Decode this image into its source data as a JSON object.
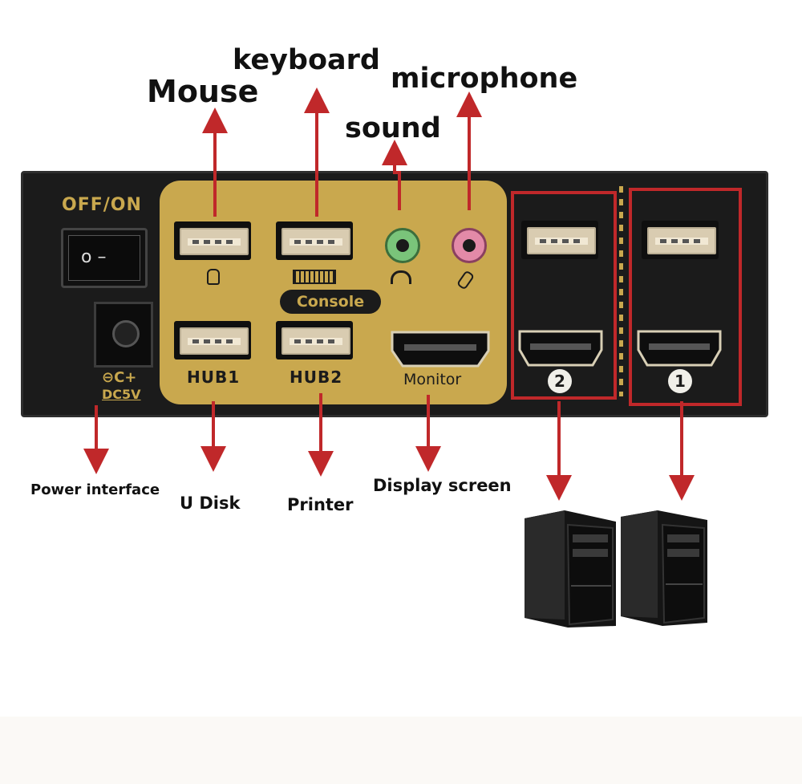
{
  "labels": {
    "mouse": "Mouse",
    "keyboard": "keyboard",
    "microphone": "microphone",
    "sound": "sound",
    "power_interface": "Power interface",
    "u_disk": "U Disk",
    "printer": "Printer",
    "display_screen": "Display screen"
  },
  "device": {
    "off_on": "OFF/ON",
    "switch_symbols": "o  –",
    "console": "Console",
    "hub1": "HUB1",
    "hub2": "HUB2",
    "monitor": "Monitor",
    "dc_label": "DC5V",
    "port_group_2": "2",
    "port_group_1": "1"
  },
  "colors": {
    "arrow": "#c0282a",
    "panel_gold": "#c9a84e",
    "device_body": "#1b1b1b",
    "jack_green": "#7ac47a",
    "jack_pink": "#e38aa8"
  },
  "icons": [
    "mouse-icon",
    "keyboard-icon",
    "headphone-icon",
    "microphone-icon",
    "computer-tower-icon"
  ]
}
